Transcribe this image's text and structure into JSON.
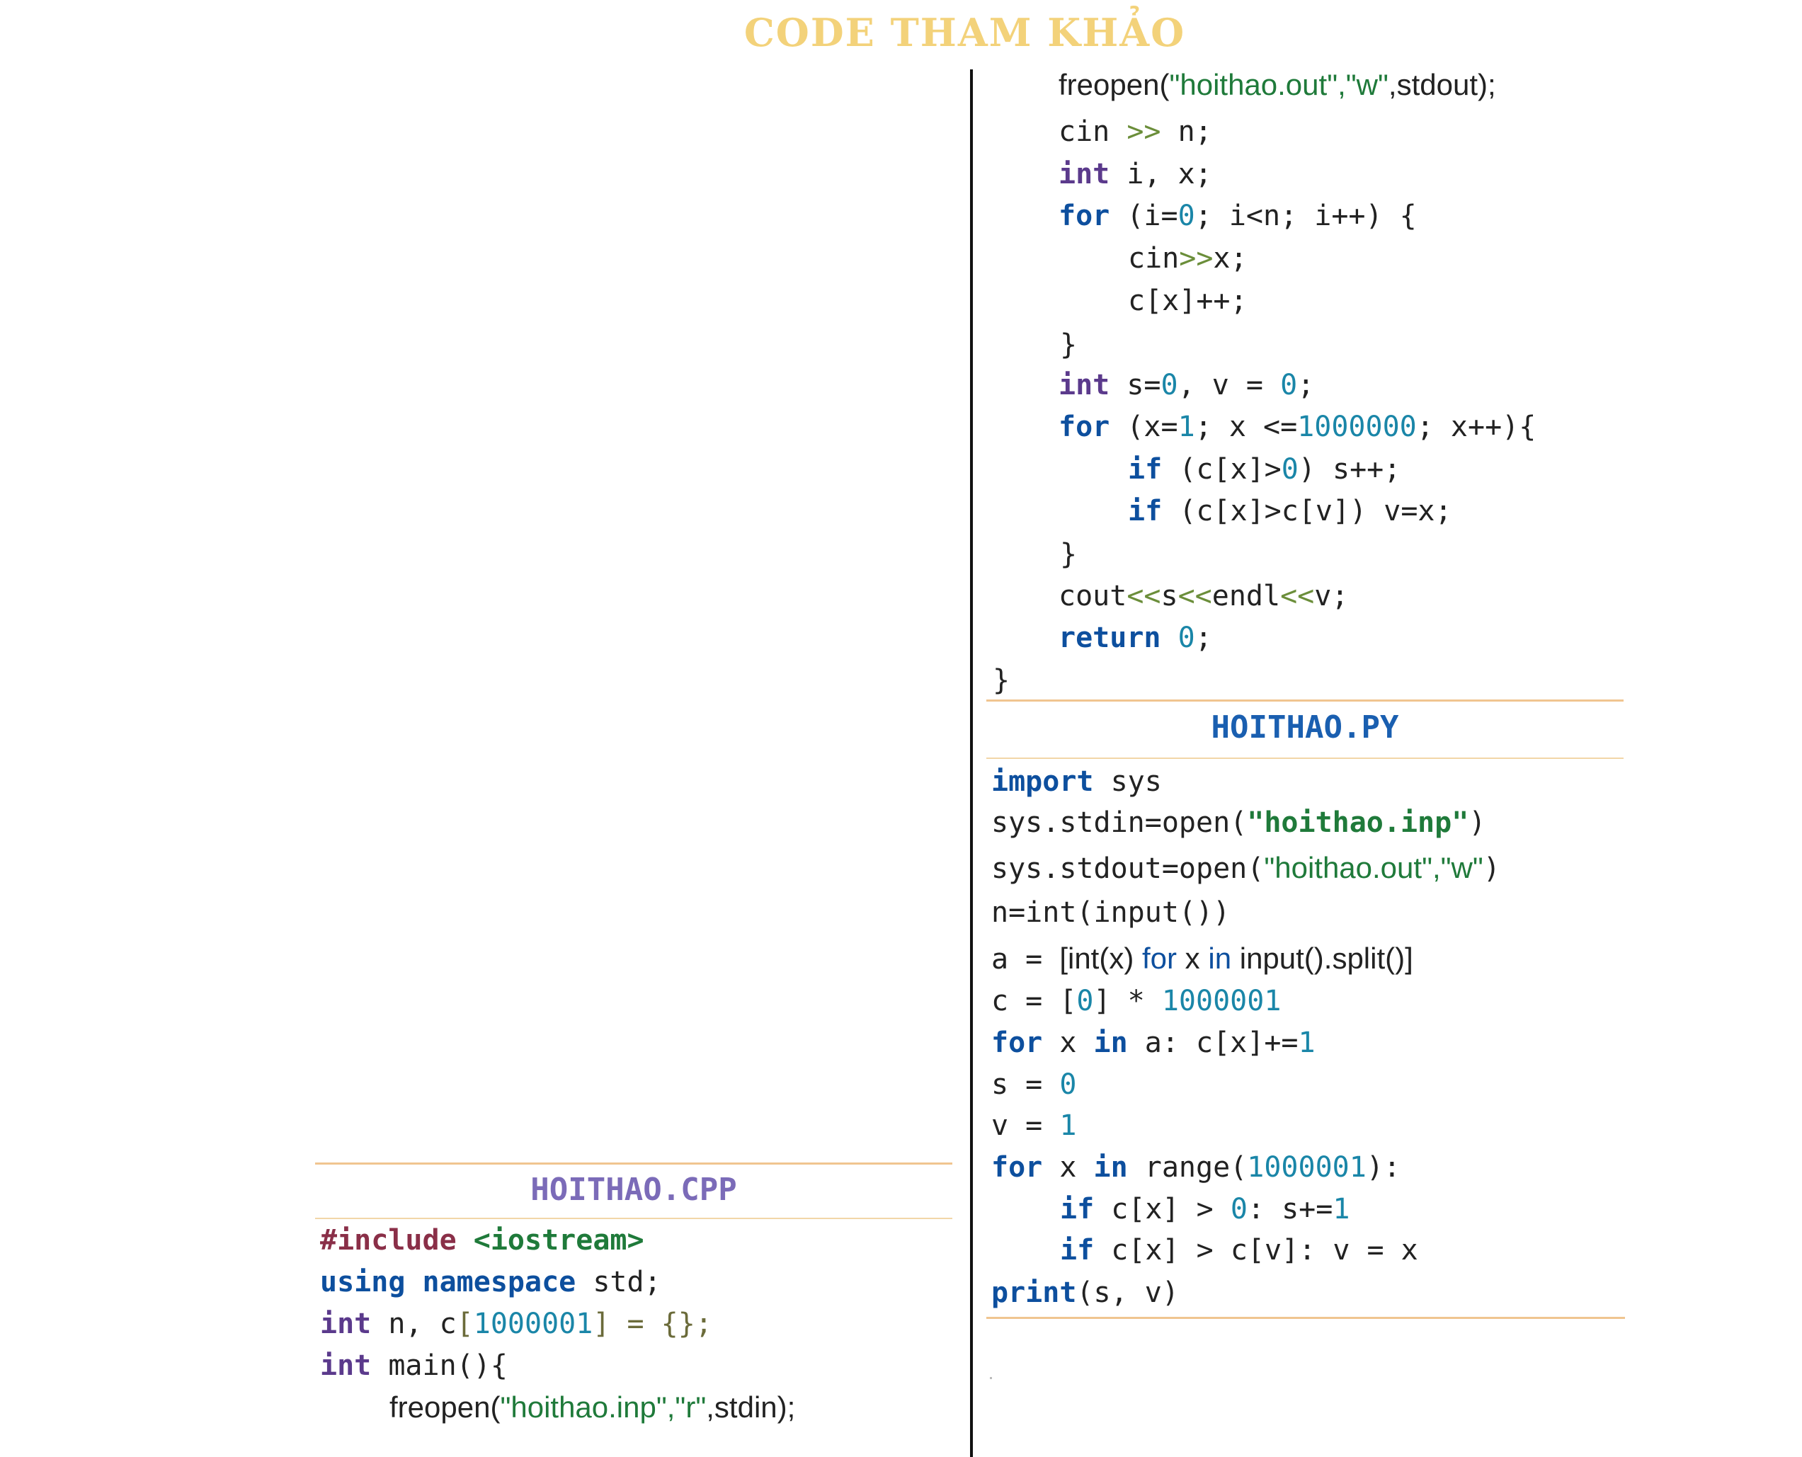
{
  "page": {
    "title": "CODE THAM KHẢO"
  },
  "colors": {
    "title": "#f3d27a",
    "keyword": "#0d4f9e",
    "type_keyword": "#5b3a8c",
    "preprocessor": "#8a2f48",
    "string": "#1f7a3a",
    "number": "#1a86a8",
    "operator": "#6b8e3a",
    "rule": "#f0c590",
    "divider": "#111111",
    "cpp_heading": "#7b6bb8",
    "py_heading": "#1a5fb0"
  },
  "cpp": {
    "heading": "HOITHAO.CPP",
    "l1": {
      "pp": "#include",
      "hdr": " <iostream>"
    },
    "l2": {
      "kw1": "using",
      "kw2": " namespace",
      "rest": " std;"
    },
    "l3": {
      "kw": "int",
      "a": " n, c",
      "b": "[",
      "num": "1000001",
      "c": "] = {};"
    },
    "l4": {
      "kw": "int",
      "rest": " main(){"
    },
    "l5": {
      "a": "freopen(",
      "s": "\"hoithao.inp\",\"r\"",
      "b": ",stdin);"
    },
    "l6": {
      "a": "freopen(",
      "s": "\"hoithao.out\",\"w\"",
      "b": ",stdout);"
    },
    "l7": {
      "a": "cin ",
      "op": ">>",
      "b": " n;"
    },
    "l8": {
      "kw": "int",
      "rest": " i, x;"
    },
    "l9": {
      "kw": "for",
      "a": " (i=",
      "num": "0",
      "b": "; i<n; i++) {"
    },
    "l10": {
      "a": "cin",
      "op": ">>",
      "b": "x;"
    },
    "l11": {
      "text": "c[x]++;"
    },
    "l12": {
      "text": "}"
    },
    "l13": {
      "kw": "int",
      "a": " s=",
      "n1": "0",
      "b": ", v = ",
      "n2": "0",
      "c": ";"
    },
    "l14": {
      "kw": "for",
      "a": " (x=",
      "n1": "1",
      "b": "; x <=",
      "n2": "1000000",
      "c": "; x++){"
    },
    "l15": {
      "kw": "if",
      "a": " (c[x]>",
      "num": "0",
      "b": ") s++;"
    },
    "l16": {
      "kw": "if",
      "rest": " (c[x]>c[v]) v=x;"
    },
    "l17": {
      "text": "}"
    },
    "l18": {
      "a": "cout",
      "op1": "<<",
      "b": "s",
      "op2": "<<",
      "c": "endl",
      "op3": "<<",
      "d": "v;"
    },
    "l19": {
      "kw": "return",
      "sp": " ",
      "num": "0",
      "c": ";"
    },
    "l20": {
      "text": "}"
    }
  },
  "py": {
    "heading": "HOITHAO.PY",
    "l1": {
      "kw": "import",
      "rest": " sys"
    },
    "l2": {
      "a": "sys.stdin=open(",
      "s": "\"hoithao.inp\"",
      "b": ")"
    },
    "l3": {
      "a": "sys.stdout=open(",
      "s": "\"hoithao.out\",\"w\"",
      "b": ")"
    },
    "l4": {
      "text": "n=int(input())"
    },
    "l5": {
      "a": "a = ",
      "b": "[int(x) ",
      "k1": "for",
      "c": " x ",
      "k2": "in",
      "d": " input().split()]"
    },
    "l6": {
      "a": "c = [",
      "n1": "0",
      "b": "] * ",
      "n2": "1000001"
    },
    "l7": {
      "kw": "for",
      "a": " x ",
      "kw2": "in",
      "b": " a: c[x]+=",
      "num": "1"
    },
    "l8": {
      "a": "s = ",
      "num": "0"
    },
    "l9": {
      "a": "v = ",
      "num": "1"
    },
    "l10": {
      "kw": "for",
      "a": " x ",
      "kw2": "in",
      "b": " range(",
      "num": "1000001",
      "c": "):"
    },
    "l11": {
      "kw": "if",
      "a": " c[x] > ",
      "num": "0",
      "b": ": s+=",
      "num2": "1"
    },
    "l12": {
      "kw": "if",
      "rest": " c[x] > c[v]: v = x"
    },
    "l13": {
      "kw": "print",
      "rest": "(s, v)"
    }
  }
}
